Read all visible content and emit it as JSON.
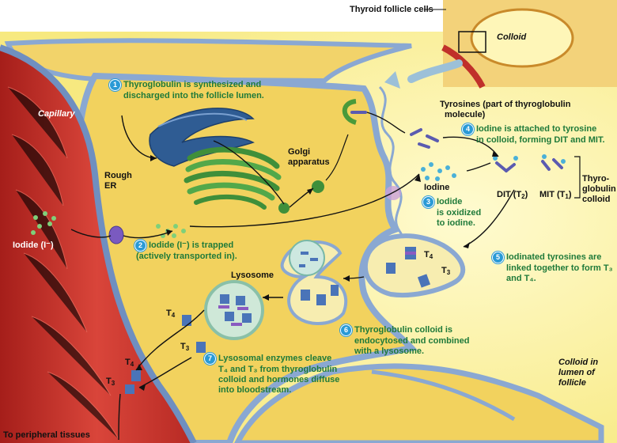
{
  "labels": {
    "thyroid_follicle_cells": "Thyroid follicle cells",
    "colloid_inset": "Colloid",
    "capillary": "Capillary",
    "rough_er_1": "Rough",
    "rough_er_2": "ER",
    "golgi_1": "Golgi",
    "golgi_2": "apparatus",
    "iodide": "Iodide (I⁻)",
    "lysosome": "Lysosome",
    "tyrosines_1": "Tyrosines (part of thyroglobulin",
    "tyrosines_2": "molecule)",
    "iodine": "Iodine",
    "dit": "DIT (T",
    "dit_sub": "2",
    "mit": "MIT (T",
    "mit_sub": "1",
    "thyro_1": "Thyro-",
    "thyro_2": "globulin",
    "thyro_3": "colloid",
    "t4": "T",
    "t4_sub": "4",
    "t3": "T",
    "t3_sub": "3",
    "colloid_lumen_1": "Colloid in",
    "colloid_lumen_2": "lumen of",
    "colloid_lumen_3": "follicle",
    "peripheral": "To peripheral tissues"
  },
  "steps": [
    {
      "num": "1",
      "lines": [
        "Thyroglobulin is synthesized and",
        "discharged into the follicle lumen."
      ]
    },
    {
      "num": "2",
      "lines": [
        "Iodide (I⁻) is trapped",
        "(actively transported in)."
      ]
    },
    {
      "num": "3",
      "lines": [
        "Iodide",
        "is oxidized",
        "to iodine."
      ]
    },
    {
      "num": "4",
      "lines": [
        "Iodine is attached to tyrosine",
        "in colloid, forming DIT and MIT."
      ]
    },
    {
      "num": "5",
      "lines": [
        "Iodinated tyrosines are",
        "linked together to form T₃",
        "and T₄."
      ]
    },
    {
      "num": "6",
      "lines": [
        "Thyroglobulin colloid is",
        "endocytosed and combined",
        "with a lysosome."
      ]
    },
    {
      "num": "7",
      "lines": [
        "Lysosomal enzymes cleave",
        "T₄ and T₃ from thyroglobulin",
        "colloid and hormones diffuse",
        "into bloodstream."
      ]
    }
  ],
  "colors": {
    "capillary": "#c8322a",
    "cytoplasm": "#f4d666",
    "colloid": "#fdf4a8",
    "membrane": "#8aa8d2",
    "golgi": "#3f8f3a",
    "rough_er": "#2f5c93",
    "step_text": "#1f7a3a",
    "step_number": "#2a9ad6"
  }
}
